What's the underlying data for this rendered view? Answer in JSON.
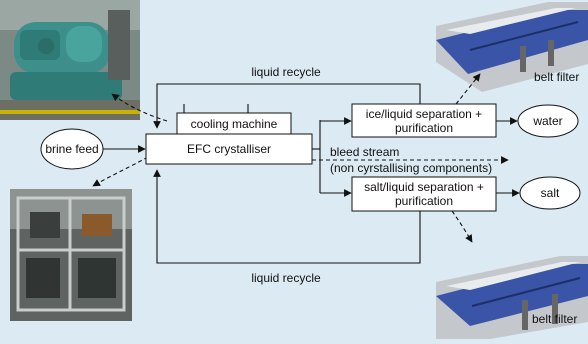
{
  "nodes": {
    "brine_feed": "brine feed",
    "efc_crystalliser": "EFC crystalliser",
    "cooling_machine": "cooling machine",
    "ice_separation_line1": "ice/liquid separation +",
    "ice_separation_line2": "purification",
    "salt_separation_line1": "salt/liquid separation +",
    "salt_separation_line2": "purification",
    "water": "water",
    "salt": "salt"
  },
  "edges": {
    "liquid_recycle_top": "liquid recycle",
    "liquid_recycle_bottom": "liquid recycle",
    "bleed_stream_line1": "bleed stream",
    "bleed_stream_line2": "(non cyrstallising components)"
  },
  "photos": {
    "belt_filter_top": "belt filter",
    "belt_filter_bottom": "belt filter"
  },
  "colors": {
    "background": "#dceaf3",
    "chiller_photo": "#3c8f8a",
    "belt_filter_blue": "#3a55a8"
  }
}
